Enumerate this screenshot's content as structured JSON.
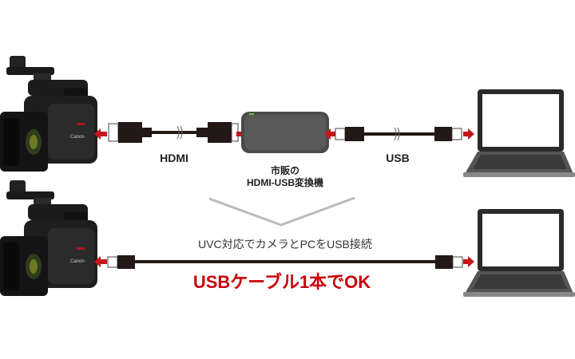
{
  "top": {
    "hdmi_label": "HDMI",
    "usb_label": "USB",
    "converter_label_line1": "市販の",
    "converter_label_line2": "HDMI-USB変換機"
  },
  "bottom": {
    "description": "UVC対応でカメラとPCをUSB接続",
    "headline": "USBケーブル1本でOK"
  },
  "camera_logo": "Canon",
  "colors": {
    "accent_red": "#c8000a",
    "arrow_red": "#c4161c",
    "cable": "#231815"
  }
}
